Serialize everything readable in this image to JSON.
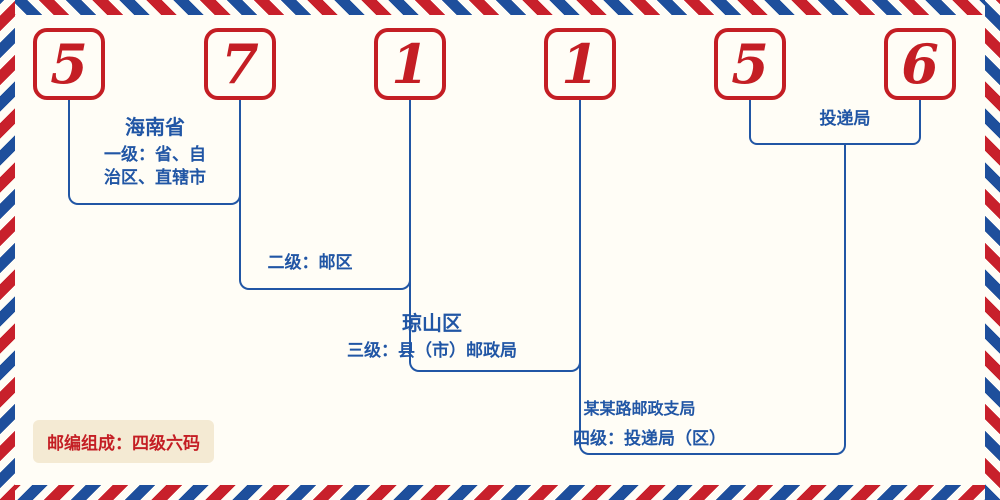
{
  "meta": {
    "description_colors": {
      "digit_red": "#c41e24",
      "line_blue": "#2156a5",
      "stripe_red": "#c8202b",
      "stripe_blue": "#1e4f9c",
      "background": "#fffdf6",
      "badge_background": "#f4ead3"
    }
  },
  "digits": [
    "5",
    "7",
    "1",
    "1",
    "5",
    "6"
  ],
  "labels": {
    "level1_region": "海南省",
    "level1_line1": "一级：省、自",
    "level1_line2": "治区、直辖市",
    "level2": "二级：邮区",
    "level3_region": "琼山区",
    "level3": "三级：县（市）邮政局",
    "level4_example": "某某路邮政支局",
    "level4": "四级：投递局（区）",
    "delivery_office": "投递局",
    "composition": "邮编组成：四级六码"
  }
}
